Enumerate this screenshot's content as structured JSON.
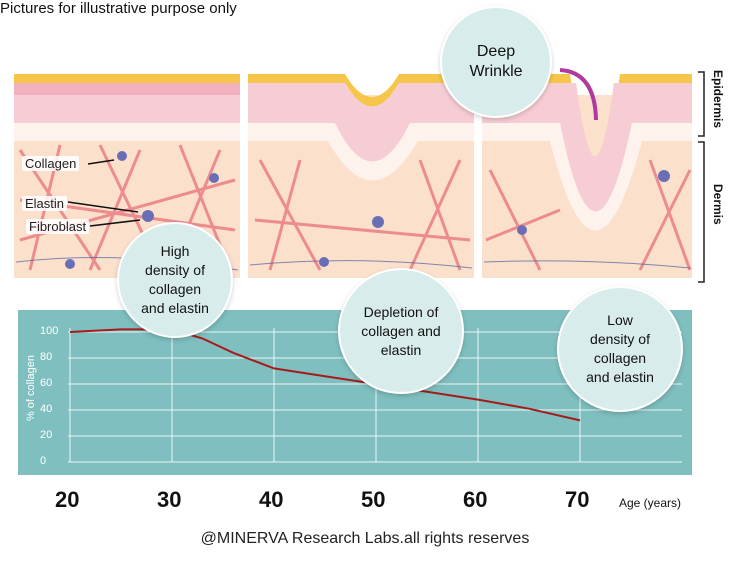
{
  "disclaimer": "Pictures for illustrative purpose only",
  "labels": {
    "epidermis": "Epidermis",
    "dermis": "Dermis",
    "collagen": "Collagen",
    "elastin": "Elastin",
    "fibroblast": "Fibroblast"
  },
  "bubbles": {
    "deep_wrinkle": [
      "Deep",
      "Wrinkle"
    ],
    "high": [
      "High",
      "density of",
      "collagen",
      "and elastin"
    ],
    "depletion": [
      "Depletion of",
      "collagen and",
      "elastin"
    ],
    "low": [
      "Low",
      "density of",
      "collagen",
      "and elastin"
    ]
  },
  "colors": {
    "chart_bg": "#7fbfbf",
    "line": "#a61b1b",
    "dermis": "#fbe0cc",
    "epidermis_pink": "#f4c6cf",
    "top_yellow": "#f6c64a",
    "fiber": "#e9707a"
  },
  "chart_data": {
    "type": "line",
    "ylabel": "% of collagen",
    "xlabel": "Age (years)",
    "x_ticks": [
      20,
      30,
      40,
      50,
      60,
      70
    ],
    "y_ticks": [
      0,
      20,
      40,
      60,
      80,
      100
    ],
    "xlim": [
      20,
      80
    ],
    "ylim": [
      0,
      100
    ],
    "grid": true,
    "series": [
      {
        "x": [
          20,
          25,
          30,
          33,
          36,
          40,
          45,
          50,
          55,
          60,
          65,
          70
        ],
        "y": [
          100,
          102,
          102,
          95,
          84,
          72,
          66,
          60,
          54,
          48,
          41,
          32
        ]
      }
    ]
  },
  "copyright": "@MINERVA Research Labs.all rights reserves"
}
